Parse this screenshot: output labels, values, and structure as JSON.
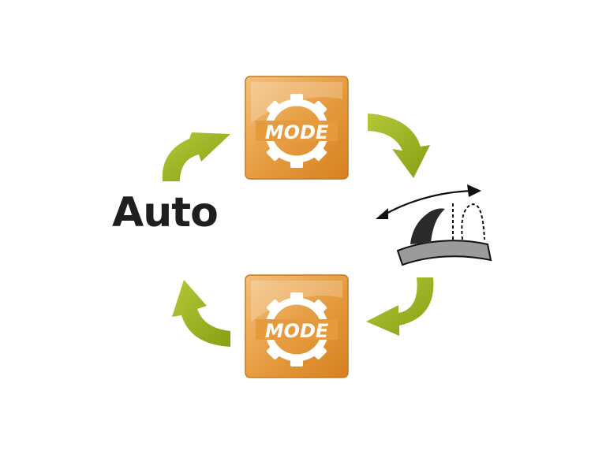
{
  "label": "Auto",
  "mode_buttons": [
    {
      "text": "MODE"
    },
    {
      "text": "MODE"
    }
  ],
  "colors": {
    "arrow_green": "#9bb21c",
    "arrow_green_dark": "#7e9214",
    "button_orange": "#e8a24a",
    "button_orange_dark": "#d37c1f",
    "text_dark": "#1f1f22"
  },
  "icons": [
    "cycle-arrow-icon",
    "gear-icon",
    "seat-recline-icon"
  ]
}
